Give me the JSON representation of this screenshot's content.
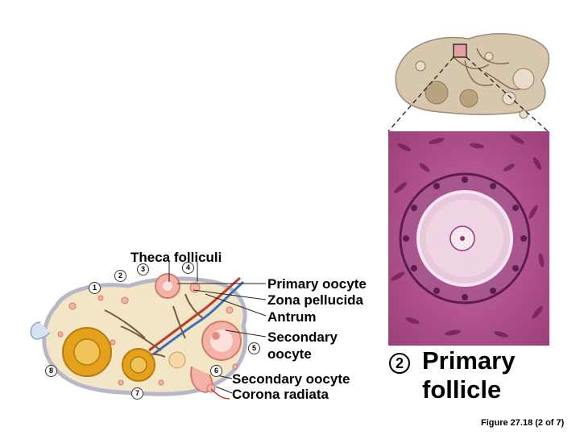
{
  "labels": {
    "theca": "Theca folliculi",
    "primary_oocyte": "Primary oocyte",
    "zona": "Zona pellucida",
    "antrum": "Antrum",
    "secondary_oocyte_1": "Secondary",
    "secondary_oocyte_2": "oocyte",
    "secondary_oocyte_b": "Secondary oocyte",
    "corona": "Corona radiata"
  },
  "numbers": [
    "1",
    "2",
    "3",
    "4",
    "5",
    "6",
    "7",
    "8"
  ],
  "stage": {
    "number": "2",
    "line1": "Primary",
    "line2": "follicle"
  },
  "caption": "Figure 27.18 (2 of 7)",
  "colors": {
    "ovary_fill": "#f3e6c6",
    "ovary_outline": "#b7b7c9",
    "follicle": "#f4b2a8",
    "corpus": "#e4a21c",
    "vessel_blue": "#3b6fc0",
    "vessel_red": "#c0392b",
    "micrograph_bg": "#b24a8a",
    "thumbnail": "#c9b8a0"
  }
}
